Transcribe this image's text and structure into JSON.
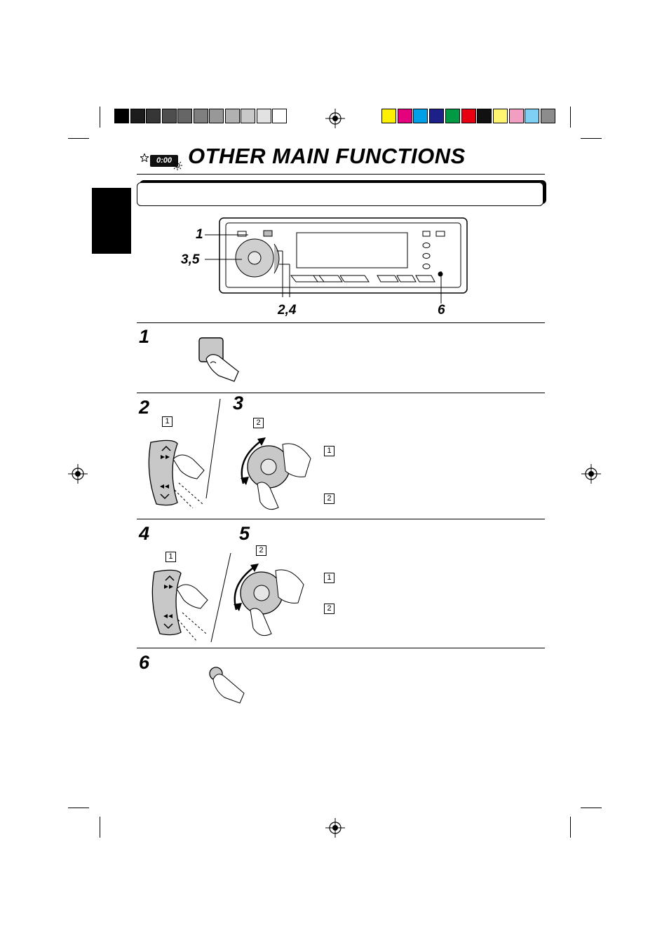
{
  "header": {
    "title": "OTHER MAIN FUNCTIONS",
    "clock_badge": "0:00",
    "icons": [
      "star-icon",
      "clock-badge-icon",
      "sun-icon"
    ]
  },
  "color_bar": {
    "grays": [
      "#000000",
      "#1c1c1c",
      "#363636",
      "#4e4e4e",
      "#666666",
      "#7f7f7f",
      "#989898",
      "#b1b1b1",
      "#c9c9c9",
      "#e2e2e2",
      "#ffffff"
    ],
    "colors": [
      "#ffef00",
      "#e5007e",
      "#00a0e9",
      "#1d2088",
      "#009944",
      "#e60012",
      "#111111",
      "#fff571",
      "#f19ec2",
      "#7fcef4",
      "#8c8c8c"
    ]
  },
  "diagram": {
    "callouts": {
      "c1": "1",
      "c35": "3,5",
      "c24": "2,4",
      "c6": "6"
    }
  },
  "steps": {
    "s1": "1",
    "s2": "2",
    "s3": "3",
    "s4": "4",
    "s5": "5",
    "s6": "6"
  },
  "sub_markers": {
    "s2_a": "1",
    "s3_a": "2",
    "s3_b": "1",
    "s3_c": "2",
    "s4_a": "1",
    "s5_a": "2",
    "s5_b": "1",
    "s5_c": "2"
  }
}
